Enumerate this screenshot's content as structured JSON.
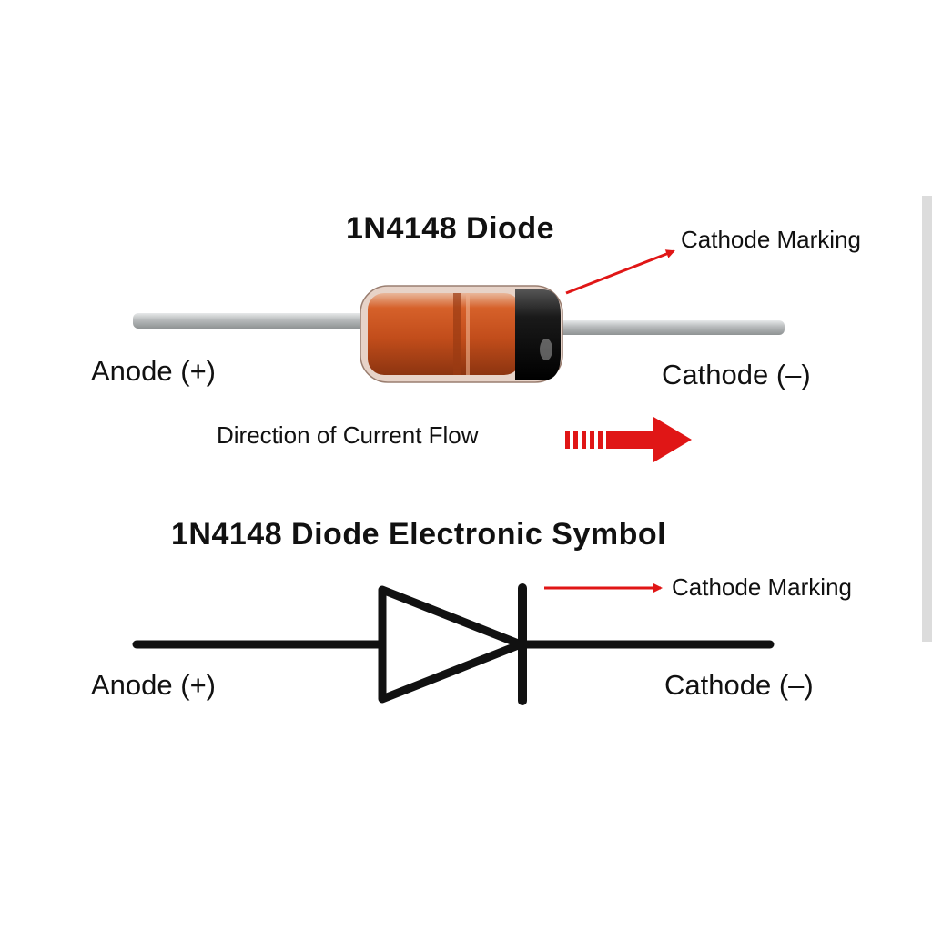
{
  "photo": {
    "title": "1N4148 Diode",
    "cathode_marking": "Cathode Marking",
    "anode_label": "Anode (+)",
    "cathode_label": "Cathode (–)",
    "current_flow": "Direction of Current Flow"
  },
  "symbol": {
    "title": "1N4148 Diode Electronic Symbol",
    "cathode_marking": "Cathode Marking",
    "anode_label": "Anode (+)",
    "cathode_label": "Cathode (–)"
  },
  "colors": {
    "arrow_red": "#e01616",
    "glass_body": "#c8521e",
    "band": "#1a1a1a",
    "lead": "#b9bcbd"
  }
}
